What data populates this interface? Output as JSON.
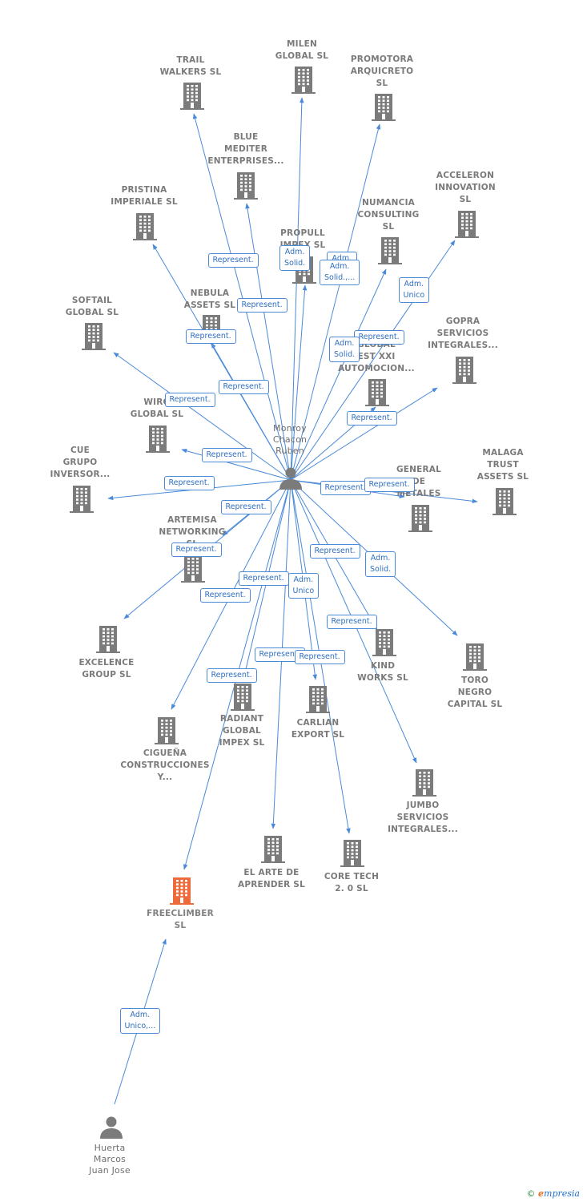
{
  "colors": {
    "edge": "#4a8ad8",
    "company_icon": "#7b7b7b",
    "highlight_icon": "#ee6a3a",
    "label_text": "#7a7a7a",
    "edge_label_text": "#2f6fc0"
  },
  "nodes": [
    {
      "id": "monroy",
      "kind": "person",
      "label": "Monroy\nChacon\nRuben"
    },
    {
      "id": "huerta",
      "kind": "person",
      "label": "Huerta\nMarcos\nJuan Jose"
    },
    {
      "id": "freeclimber",
      "kind": "company-highlight",
      "label": "FREECLIMBER\nSL"
    },
    {
      "id": "trail",
      "kind": "company",
      "label": "TRAIL\nWALKERS  SL"
    },
    {
      "id": "milen",
      "kind": "company",
      "label": "MILEN\nGLOBAL  SL"
    },
    {
      "id": "promotora",
      "kind": "company",
      "label": "PROMOTORA\nARQUICRETO\nSL"
    },
    {
      "id": "blue",
      "kind": "company",
      "label": "BLUE\nMEDITER\nENTERPRISES..."
    },
    {
      "id": "acceleron",
      "kind": "company",
      "label": "ACCELERON\nINNOVATION\nSL"
    },
    {
      "id": "pristina",
      "kind": "company",
      "label": "PRISTINA\nIMPERIALE  SL"
    },
    {
      "id": "numancia",
      "kind": "company",
      "label": "NUMANCIA\nCONSULTING\nSL"
    },
    {
      "id": "propull",
      "kind": "company",
      "label": "PROPULL\nIMPEX  SL"
    },
    {
      "id": "nebula",
      "kind": "company",
      "label": "NEBULA\nASSETS  SL"
    },
    {
      "id": "softail",
      "kind": "company",
      "label": "SOFTAIL\nGLOBAL  SL"
    },
    {
      "id": "gopra",
      "kind": "company",
      "label": "GOPRA\nSERVICIOS\nINTEGRALES..."
    },
    {
      "id": "global",
      "kind": "company",
      "label": "GLOBAL\nEST XXI\nAUTOMOCION..."
    },
    {
      "id": "wiro",
      "kind": "company",
      "label": "WIRO\nGLOBAL  SL"
    },
    {
      "id": "cue",
      "kind": "company",
      "label": "CUE\nGRUPO\nINVERSOR..."
    },
    {
      "id": "general",
      "kind": "company",
      "label": "GENERAL\nDE\nMETALES"
    },
    {
      "id": "malaga",
      "kind": "company",
      "label": "MALAGA\nTRUST\nASSETS  SL"
    },
    {
      "id": "artemisa",
      "kind": "company",
      "label": "ARTEMISA\nNETWORKING\nSL"
    },
    {
      "id": "excelence",
      "kind": "company",
      "label": "EXCELENCE\nGROUP  SL"
    },
    {
      "id": "kind",
      "kind": "company",
      "label": "KIND\nWORKS  SL"
    },
    {
      "id": "toro",
      "kind": "company",
      "label": "TORO\nNEGRO\nCAPITAL  SL"
    },
    {
      "id": "radiant",
      "kind": "company",
      "label": "RADIANT\nGLOBAL\nIMPEX  SL"
    },
    {
      "id": "carlian",
      "kind": "company",
      "label": "CARLIAN\nEXPORT SL"
    },
    {
      "id": "ciguena",
      "kind": "company",
      "label": "CIGUEÑA\nCONSTRUCCIONES\nY..."
    },
    {
      "id": "jumbo",
      "kind": "company",
      "label": "JUMBO\nSERVICIOS\nINTEGRALES..."
    },
    {
      "id": "arte",
      "kind": "company",
      "label": "EL ARTE DE\nAPRENDER  SL"
    },
    {
      "id": "core",
      "kind": "company",
      "label": "CORE TECH\n2. 0  SL"
    }
  ],
  "edges": [
    {
      "from": "monroy",
      "to": "trail",
      "label": "Represent."
    },
    {
      "from": "monroy",
      "to": "milen",
      "label": "Adm.\nSolid."
    },
    {
      "from": "monroy",
      "to": "promotora",
      "label": "Adm.\nUnico"
    },
    {
      "from": "monroy",
      "to": "blue",
      "label": "Represent."
    },
    {
      "from": "monroy",
      "to": "acceleron",
      "label": "Represent."
    },
    {
      "from": "monroy",
      "to": "pristina",
      "label": "Represent."
    },
    {
      "from": "monroy",
      "to": "numancia",
      "label": "Adm.\nUnico"
    },
    {
      "from": "monroy",
      "to": "propull",
      "label": "Adm.\nSolid.,..."
    },
    {
      "from": "monroy",
      "to": "nebula",
      "label": "Represent."
    },
    {
      "from": "monroy",
      "to": "softail",
      "label": "Represent."
    },
    {
      "from": "monroy",
      "to": "gopra",
      "label": "Represent."
    },
    {
      "from": "monroy",
      "to": "global",
      "label": "Adm.\nSolid."
    },
    {
      "from": "monroy",
      "to": "wiro",
      "label": "Represent."
    },
    {
      "from": "monroy",
      "to": "cue",
      "label": "Represent."
    },
    {
      "from": "monroy",
      "to": "general",
      "label": "Represent."
    },
    {
      "from": "monroy",
      "to": "malaga",
      "label": "Represent."
    },
    {
      "from": "monroy",
      "to": "artemisa",
      "label": "Represent."
    },
    {
      "from": "monroy",
      "to": "excelence",
      "label": "Represent."
    },
    {
      "from": "monroy",
      "to": "kind",
      "label": "Represent."
    },
    {
      "from": "monroy",
      "to": "toro",
      "label": "Adm.\nSolid."
    },
    {
      "from": "monroy",
      "to": "radiant",
      "label": "Represent."
    },
    {
      "from": "monroy",
      "to": "carlian",
      "label": "Adm.\nUnico"
    },
    {
      "from": "monroy",
      "to": "ciguena",
      "label": "Represent."
    },
    {
      "from": "monroy",
      "to": "jumbo",
      "label": "Represent."
    },
    {
      "from": "monroy",
      "to": "arte",
      "label": "Represent."
    },
    {
      "from": "monroy",
      "to": "core",
      "label": "Represent."
    },
    {
      "from": "monroy",
      "to": "freeclimber",
      "label": "Represent."
    },
    {
      "from": "huerta",
      "to": "freeclimber",
      "label": "Adm.\nUnico,..."
    }
  ],
  "footer": {
    "copyright": "©",
    "brand": "mpresia",
    "brand_initial": "e"
  }
}
